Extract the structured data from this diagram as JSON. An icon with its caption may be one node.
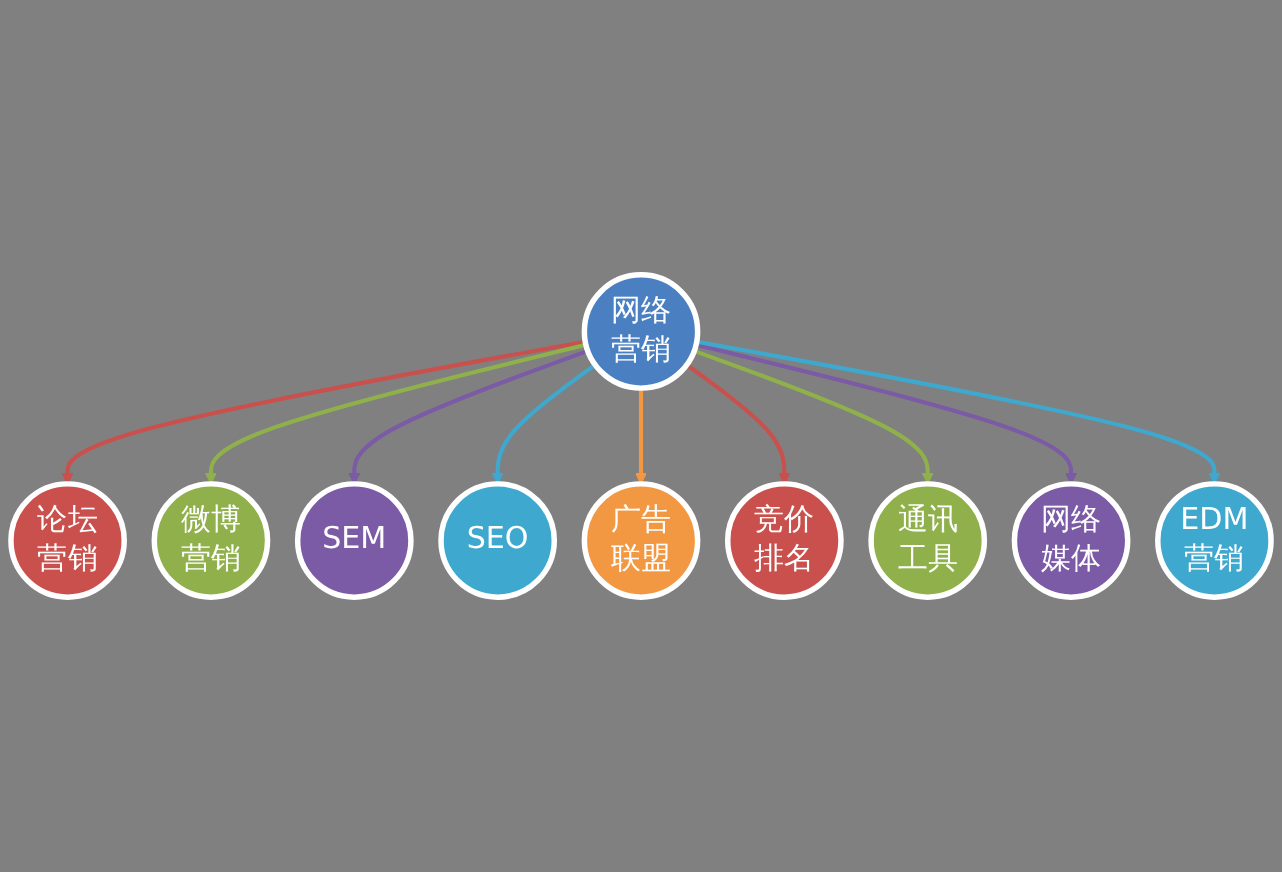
{
  "diagram": {
    "nodes": [
      {
        "text": [
          "网络营销"
        ]
      },
      {
        "text": [
          "论坛营销"
        ]
      },
      {
        "text": [
          "微博营销"
        ]
      },
      {
        "text": [
          "SEM"
        ]
      },
      {
        "text": [
          "SEO"
        ]
      },
      {
        "text": [
          "广告联盟"
        ]
      },
      {
        "text": [
          "竞价排名"
        ]
      },
      {
        "text": [
          "通讯工具"
        ]
      },
      {
        "text": [
          "网络媒体"
        ]
      },
      {
        "text": [
          "EDM营销"
        ]
      }
    ],
    "edges": [
      {
        "from": 0,
        "to": 1,
        "arrow": "to",
        "color": "#c9504d"
      },
      {
        "from": 0,
        "to": 2,
        "arrow": "to",
        "color": "#8fb04a"
      },
      {
        "from": 0,
        "to": 3,
        "arrow": "to",
        "color": "#7b5aa6"
      },
      {
        "from": 0,
        "to": 4,
        "arrow": "to",
        "color": "#3ea8cf"
      },
      {
        "from": 0,
        "to": 5,
        "arrow": "to",
        "color": "#f39842"
      },
      {
        "from": 0,
        "to": 6,
        "arrow": "to",
        "color": "#c9504d"
      },
      {
        "from": 0,
        "to": 7,
        "arrow": "to",
        "color": "#8fb04a"
      },
      {
        "from": 0,
        "to": 8,
        "arrow": "to",
        "color": "#7b5aa6"
      },
      {
        "from": 0,
        "to": 9,
        "arrow": "to",
        "color": "#3ea8cf"
      }
    ]
  }
}
